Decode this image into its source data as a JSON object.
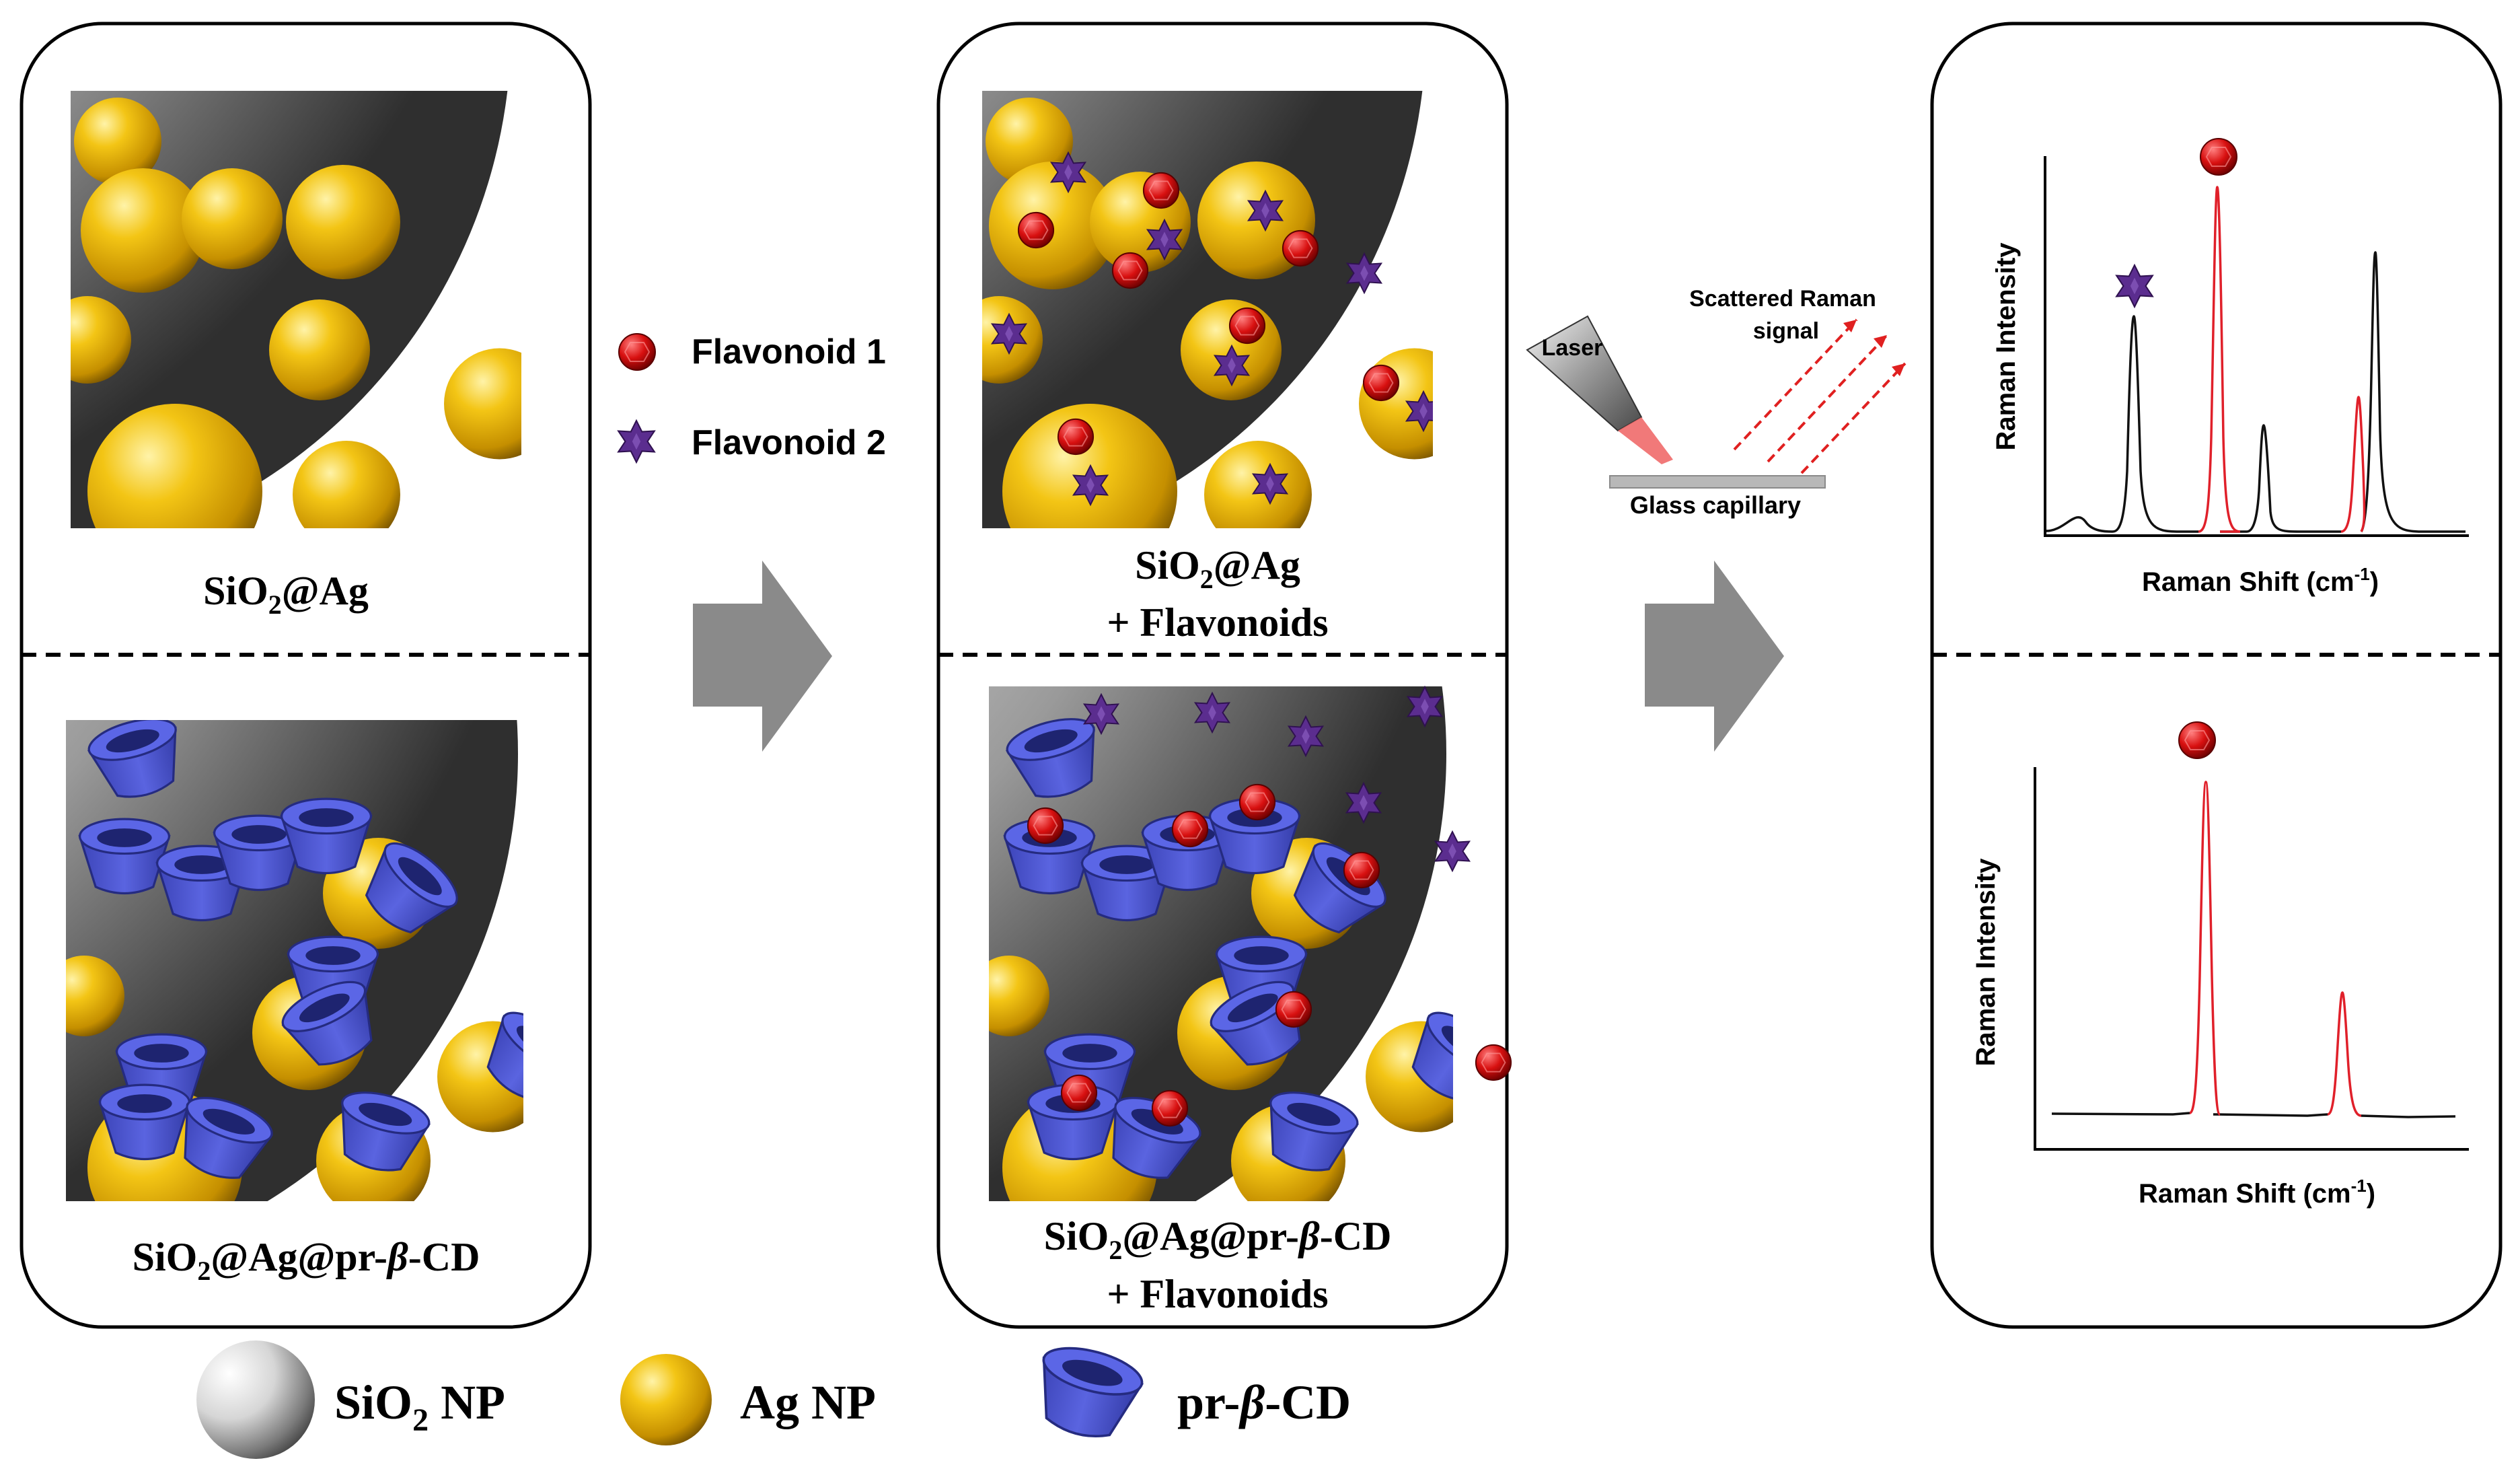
{
  "colors": {
    "silver": "#c9c9c9",
    "gold": "#e8b400",
    "cyclodextrin": "#4b55cc",
    "flavonoid1": "#d01010",
    "flavonoid2": "#5a2a8c",
    "arrow": "#8a8a8a",
    "spectrum_red": "#e0202a",
    "spectrum_black": "#111111"
  },
  "panels": {
    "left_top_label": {
      "main": "SiO",
      "sub": "2",
      "rest": "@Ag"
    },
    "left_bottom_label": {
      "main": "SiO",
      "sub": "2",
      "rest": "@Ag@pr-",
      "beta": "β",
      "end": "-CD"
    },
    "middle_top_label": {
      "main": "SiO",
      "sub": "2",
      "rest": "@Ag",
      "line2": "+ Flavonoids"
    },
    "middle_bottom_label": {
      "main": "SiO",
      "sub": "2",
      "rest": "@Ag@pr-",
      "beta": "β",
      "end": "-CD",
      "line2": "+ Flavonoids"
    }
  },
  "legend_flavonoids": {
    "flavonoid1": "Flavonoid 1",
    "flavonoid2": "Flavonoid 2"
  },
  "setup": {
    "laser": "Laser",
    "scattered_line1": "Scattered Raman",
    "scattered_line2": "signal",
    "capillary": "Glass capillary"
  },
  "spectra": {
    "top": {
      "ylabel": "Raman Intensity",
      "xlabel_main": "Raman Shift (cm",
      "xlabel_sup": "-1",
      "xlabel_end": ")"
    },
    "bottom": {
      "ylabel": "Raman Intensity",
      "xlabel_main": "Raman Shift (cm",
      "xlabel_sup": "-1",
      "xlabel_end": ")"
    }
  },
  "bottom_legend": {
    "sio2_main": "SiO",
    "sio2_sub": "2",
    "sio2_end": " NP",
    "ag": "Ag NP",
    "cd_pre": "pr-",
    "cd_beta": "β",
    "cd_end": "-CD"
  }
}
